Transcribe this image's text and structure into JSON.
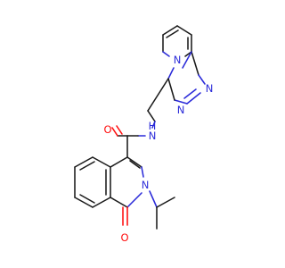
{
  "colors": {
    "carbon_bond": "#1a1a1a",
    "nitrogen": "#2b2bd9",
    "oxygen": "#ff0d0d",
    "background": "#ffffff"
  },
  "atoms": [
    {
      "id": "N_pyr_bridge",
      "label": "N",
      "element": "nitrogen"
    },
    {
      "id": "N_triazole_1",
      "label": "N",
      "element": "nitrogen"
    },
    {
      "id": "N_triazole_2",
      "label": "N",
      "element": "nitrogen"
    },
    {
      "id": "N_amide",
      "label": "N",
      "element": "nitrogen"
    },
    {
      "id": "H_amide",
      "label": "H",
      "element": "nitrogen"
    },
    {
      "id": "O_amide",
      "label": "O",
      "element": "oxygen"
    },
    {
      "id": "N_isoquinolinone",
      "label": "N",
      "element": "nitrogen"
    },
    {
      "id": "O_lactam",
      "label": "O",
      "element": "oxygen"
    }
  ]
}
